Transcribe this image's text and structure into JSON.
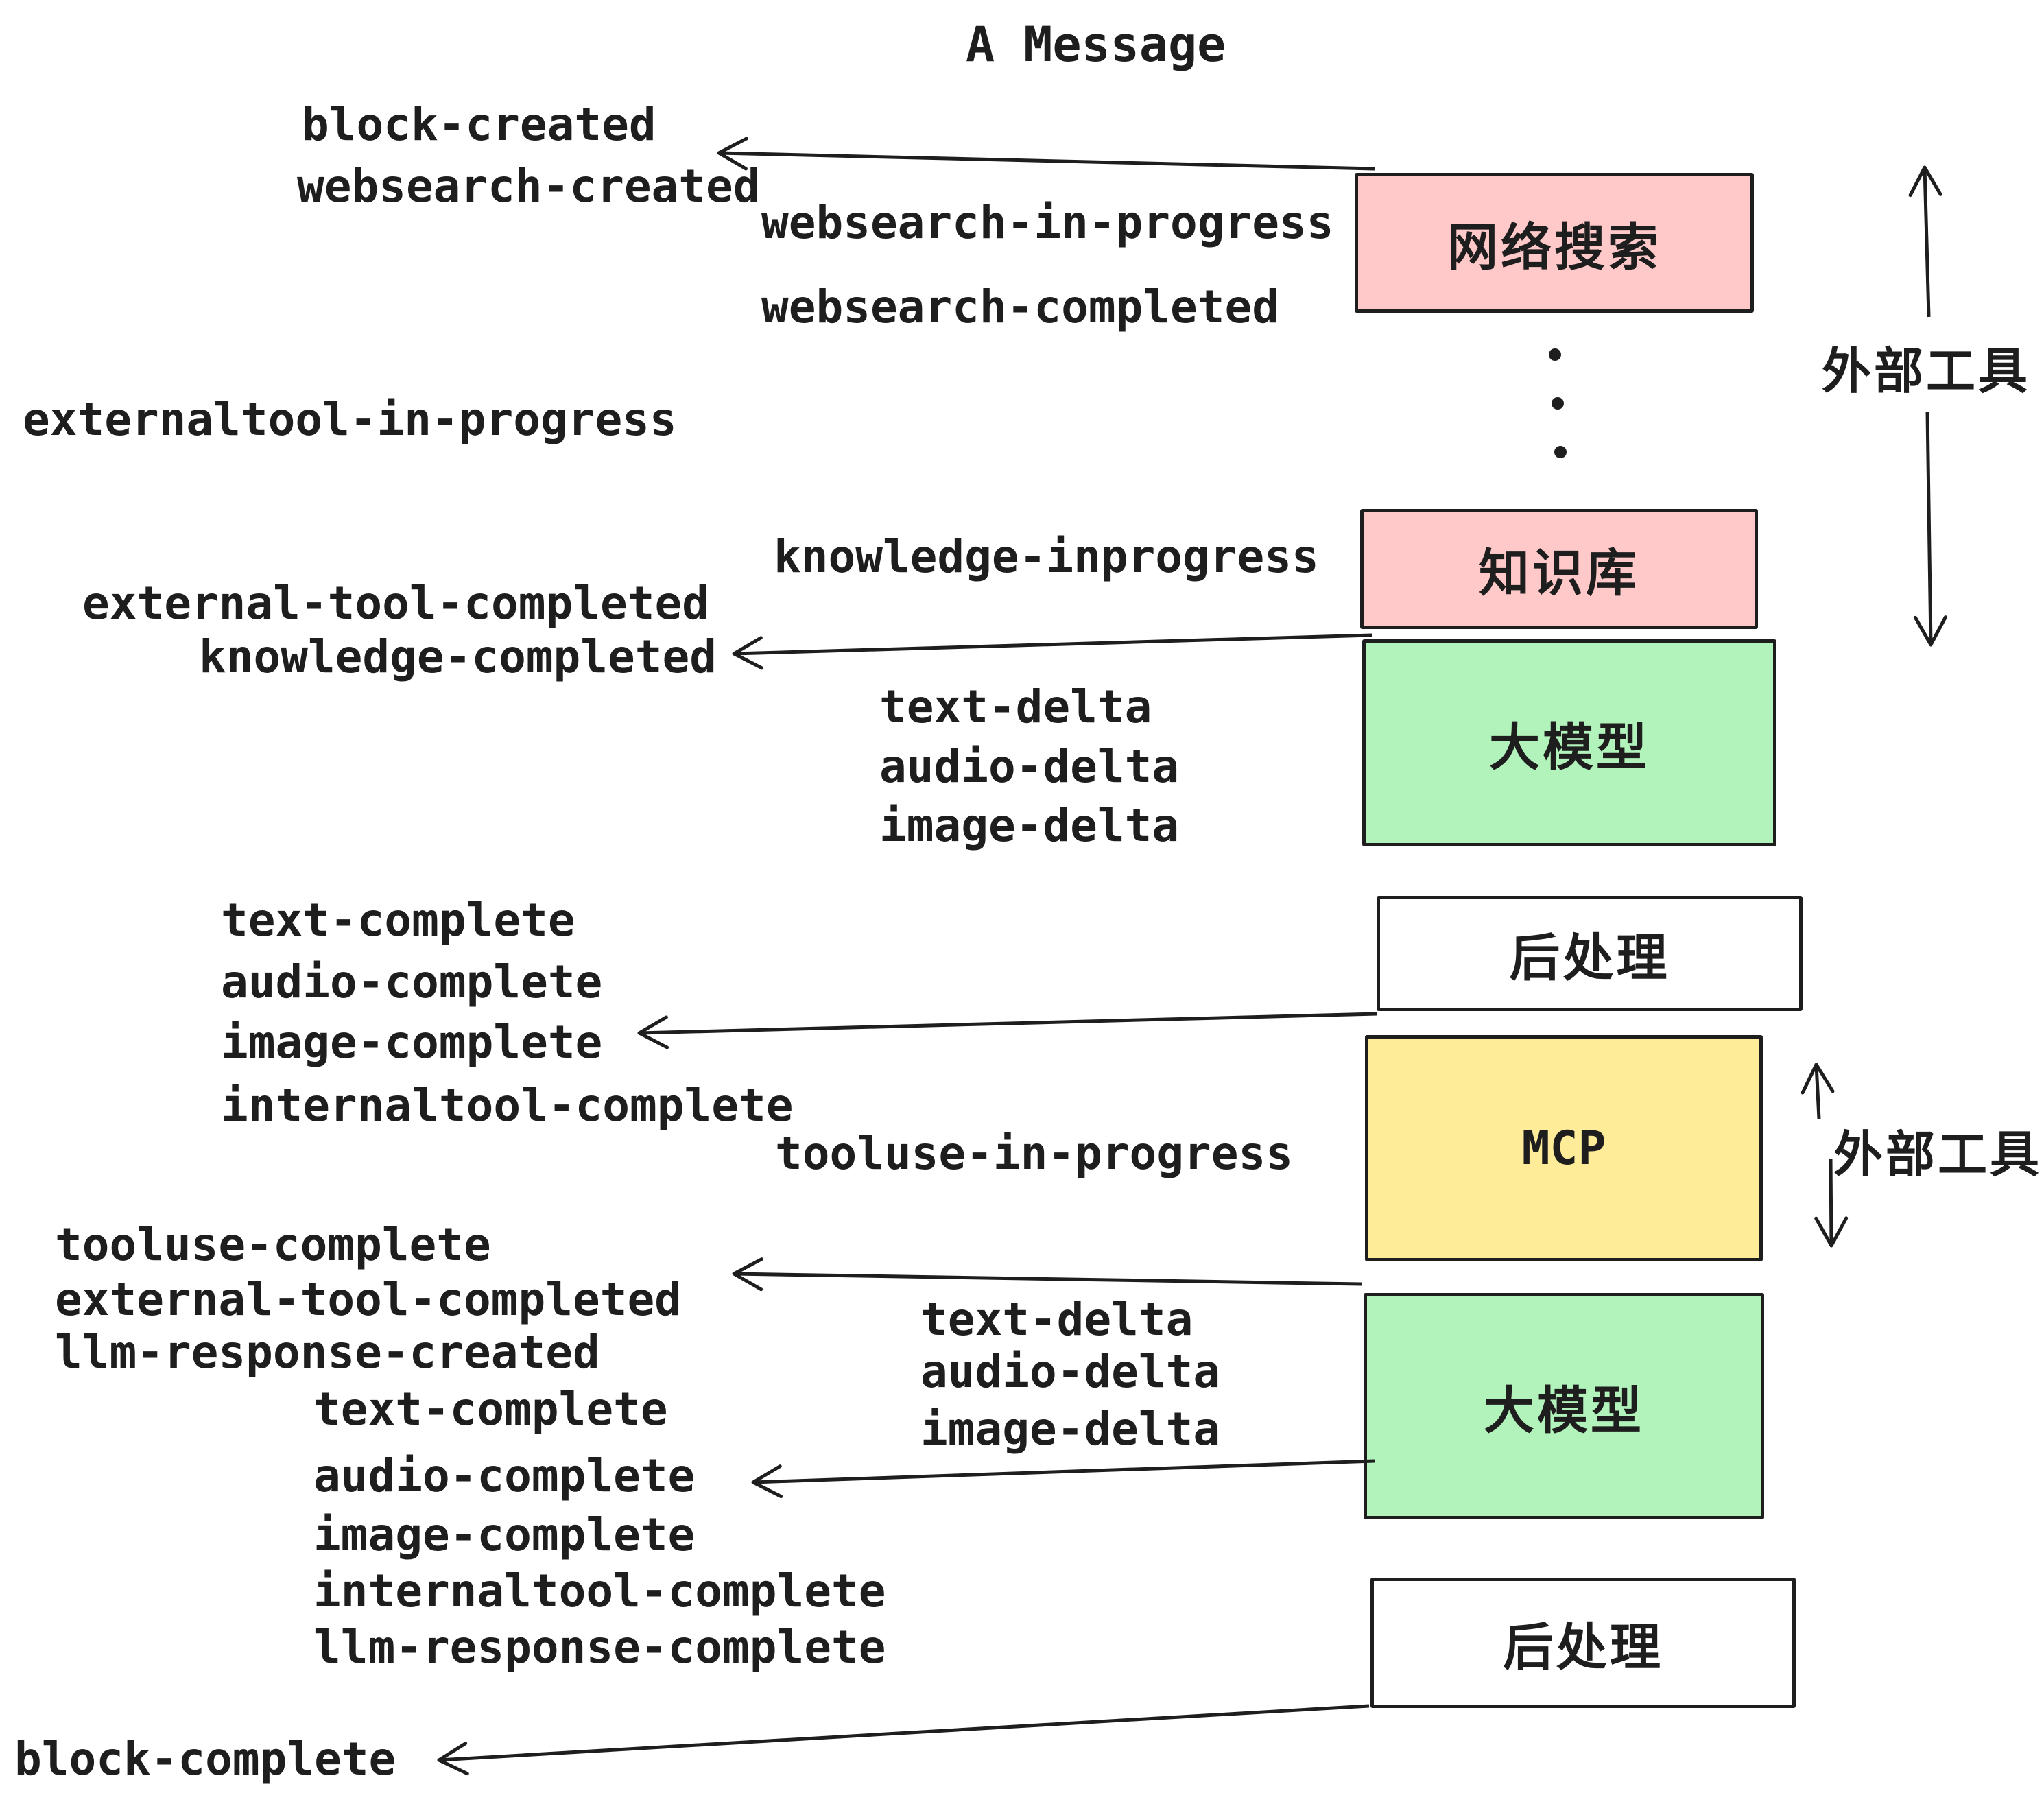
{
  "title": "A Message",
  "colors": {
    "pink": "#ffc9c9",
    "green": "#b2f2bb",
    "yellow": "#ffec99",
    "white": "#ffffff",
    "stroke": "#1e1e1e"
  },
  "boxes": [
    {
      "id": "websearch",
      "label": "网络搜索",
      "color": "pink"
    },
    {
      "id": "knowledge",
      "label": "知识库",
      "color": "pink"
    },
    {
      "id": "llm1",
      "label": "大模型",
      "color": "green"
    },
    {
      "id": "postprocess1",
      "label": "后处理",
      "color": "white"
    },
    {
      "id": "mcp",
      "label": "MCP",
      "color": "yellow"
    },
    {
      "id": "llm2",
      "label": "大模型",
      "color": "green"
    },
    {
      "id": "postprocess2",
      "label": "后处理",
      "color": "white"
    }
  ],
  "annotations": {
    "external_tools_1": "外部工具",
    "external_tools_2": "外部工具"
  },
  "events": {
    "block_created": "block-created",
    "websearch_created": "websearch-created",
    "websearch_in_progress": "websearch-in-progress",
    "websearch_completed": "websearch-completed",
    "externaltool_in_progress": "externaltool-in-progress",
    "knowledge_inprogress": "knowledge-inprogress",
    "external_tool_completed_1": "external-tool-completed",
    "knowledge_completed": "knowledge-completed",
    "text_delta_1": "text-delta",
    "audio_delta_1": "audio-delta",
    "image_delta_1": "image-delta",
    "text_complete_1": "text-complete",
    "audio_complete_1": "audio-complete",
    "image_complete_1": "image-complete",
    "internaltool_complete_1": "internaltool-complete",
    "tooluse_in_progress": "tooluse-in-progress",
    "tooluse_complete": "tooluse-complete",
    "external_tool_completed_2": "external-tool-completed",
    "llm_response_created": "llm-response-created",
    "text_delta_2": "text-delta",
    "audio_delta_2": "audio-delta",
    "image_delta_2": "image-delta",
    "text_complete_2": "text-complete",
    "audio_complete_2": "audio-complete",
    "image_complete_2": "image-complete",
    "internaltool_complete_2": "internaltool-complete",
    "llm_response_complete": "llm-response-complete",
    "block_complete": "block-complete"
  }
}
